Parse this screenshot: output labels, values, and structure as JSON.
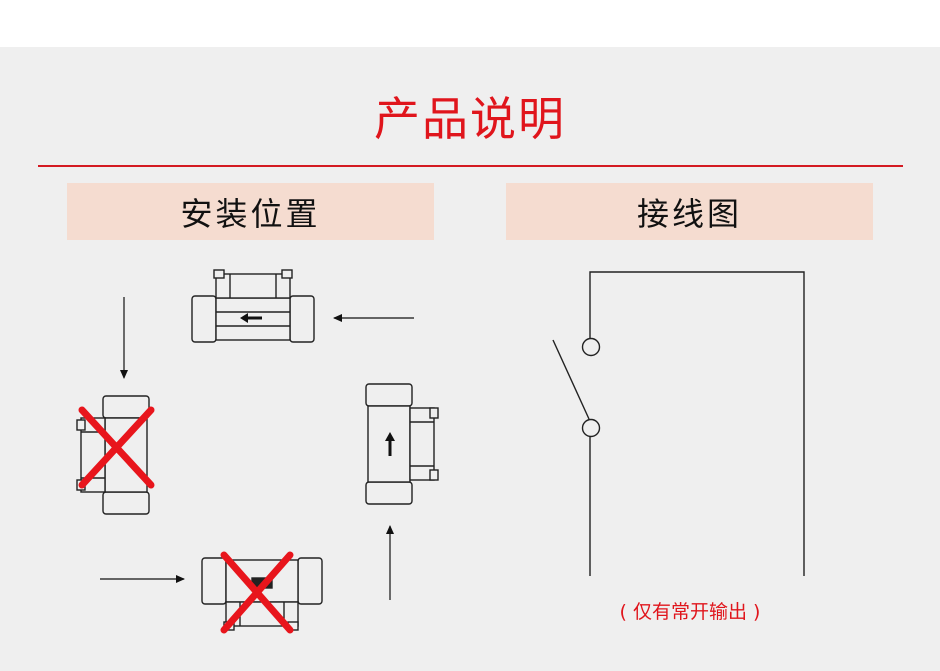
{
  "title": "产品说明",
  "sections": {
    "install": {
      "heading": "安装位置"
    },
    "wiring": {
      "heading": "接线图",
      "caption": "( 仅有常开输出 )"
    }
  },
  "colors": {
    "accent_red": "#e0151c",
    "band_fill": "#f5dcd0",
    "panel_bg": "#efefef",
    "line": "#222222"
  },
  "icons": {
    "flow_arrow": "arrow",
    "wrong_mark": "red-x",
    "switch": "normally-open-switch"
  }
}
